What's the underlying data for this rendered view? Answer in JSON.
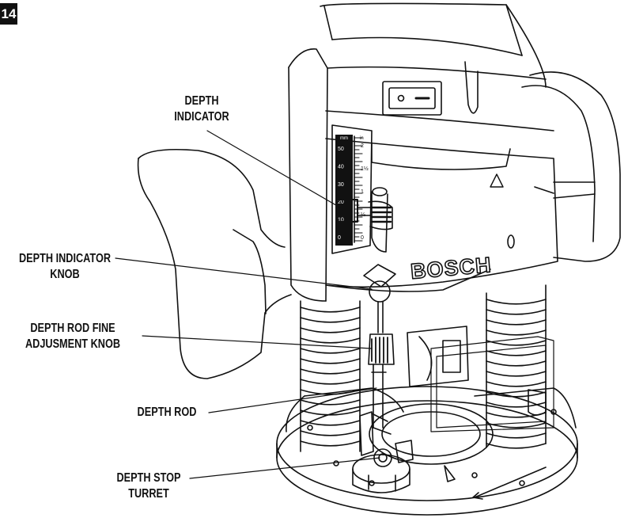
{
  "figure": {
    "number": "14"
  },
  "brand": {
    "logo_text": "BOSCH"
  },
  "scale": {
    "left_unit": "mm",
    "right_unit": "in",
    "mm_marks": [
      "50",
      "40",
      "30",
      "20",
      "10",
      "0"
    ],
    "in_marks": [
      "2",
      "1½",
      "1",
      "½",
      "0"
    ]
  },
  "labels": {
    "depth_indicator": [
      "DEPTH",
      "INDICATOR"
    ],
    "depth_indicator_knob": [
      "DEPTH INDICATOR",
      "KNOB"
    ],
    "fine_adjustment_knob": [
      "DEPTH ROD FINE",
      "ADJUSMENT KNOB"
    ],
    "depth_rod": [
      "DEPTH ROD"
    ],
    "depth_stop_turret": [
      "DEPTH STOP",
      "TURRET"
    ]
  }
}
